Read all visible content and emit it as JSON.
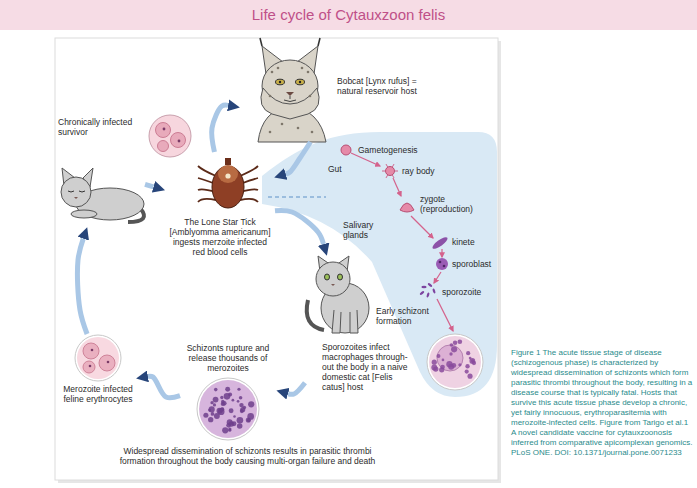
{
  "diagram": {
    "title": "Life cycle of Cytauxzoon felis",
    "caption": "Figure 1 The acute tissue stage of disease (schizogenous phase) is characterized by widespread dissemination of schizonts which form parasitic thrombi throughout the body, resulting in a disease course that is typically fatal. Hosts that survive this acute tissue phase develop a chronic, yet fairly innocuous, erythroparasitemia with merozoite-infected cells. Figure from Tarigo et al.1 A novel candidate vaccine for cytauxzoonosis inferred from comparative apicomplexan genomics. PLoS ONE. DOI: 10.1371/journal.pone.0071233",
    "nodes": [
      {
        "text": [
          "Bobcat [Lynx rufus] = natural reservoir host"
        ]
      },
      {
        "text": [
          "Chronically infected survivor"
        ]
      },
      {
        "text": [
          "The Lone Star Tick [Amblyomma americanum] ingests merzoite infected red blood cells"
        ]
      },
      {
        "text": [
          "Sporozoites infect macrophages through- out the body in a naive domestic cat [Felis catus] host"
        ]
      },
      {
        "text": [
          "Schizonts rupture and release thousands of merozoites"
        ]
      },
      {
        "text": [
          "Merozoite infected feline erythrocytes"
        ]
      }
    ],
    "edges": [
      {
        "from": 2,
        "to": 0,
        "arrow": "to"
      },
      {
        "from": 0,
        "to": 2,
        "arrow": "to"
      },
      {
        "from": 1,
        "to": 2,
        "arrow": "to"
      },
      {
        "from": 2,
        "to": 3,
        "arrow": "to"
      },
      {
        "from": 3,
        "to": 4,
        "arrow": "to"
      },
      {
        "from": 4,
        "to": 5,
        "arrow": "to"
      },
      {
        "from": 5,
        "to": 1,
        "arrow": "to"
      }
    ],
    "labels": [
      "Gametogenesis",
      "Gut",
      "ray body",
      "zygote (reproduction)",
      "Salivary glands",
      "kinete",
      "sporoblast",
      "sporozoite",
      "Early schizont formation",
      "Widespread dissemination of schizonts results in parasitic thrombi formation throughout the body causing multi-organ failure and death"
    ]
  }
}
